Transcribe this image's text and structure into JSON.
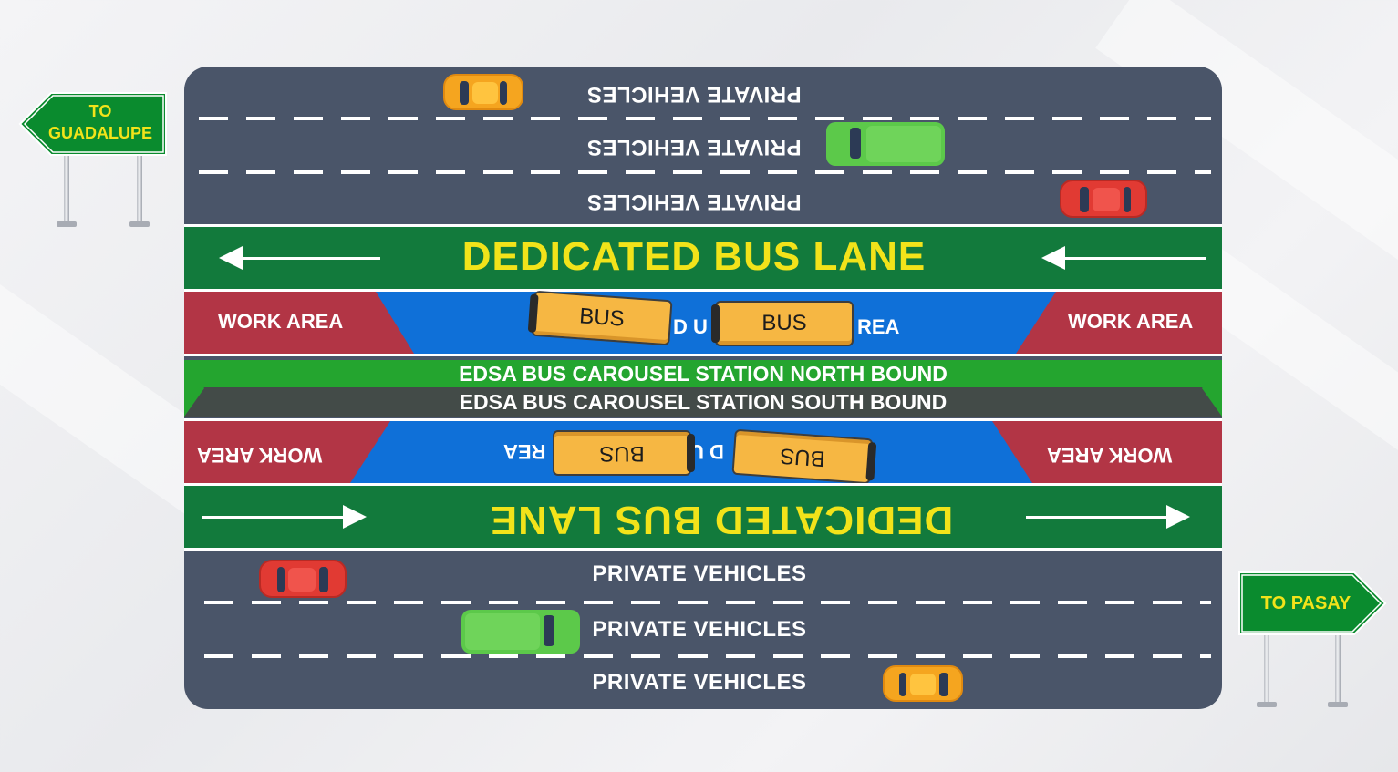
{
  "signs": {
    "left": {
      "line1": "TO",
      "line2": "GUADALUPE"
    },
    "right": {
      "label": "TO PASAY"
    }
  },
  "northbound": {
    "private_lanes": [
      "PRIVATE VEHICLES",
      "PRIVATE VEHICLES",
      "PRIVATE VEHICLES"
    ],
    "bus_lane_label": "DEDICATED BUS LANE",
    "work_area_left": "WORK AREA",
    "work_area_right": "WORK AREA",
    "lane_text_fragment_1": "D U",
    "lane_text_fragment_2": "REA",
    "buses": [
      "BUS",
      "BUS"
    ]
  },
  "stations": {
    "north": "EDSA BUS CAROUSEL STATION NORTH BOUND",
    "south": "EDSA BUS CAROUSEL STATION SOUTH BOUND"
  },
  "southbound": {
    "private_lanes": [
      "PRIVATE VEHICLES",
      "PRIVATE VEHICLES",
      "PRIVATE VEHICLES"
    ],
    "bus_lane_label": "DEDICATED BUS LANE",
    "work_area_left": "WORK AREA",
    "work_area_right": "WORK AREA",
    "lane_text_fragment_1": "D U",
    "lane_text_fragment_2": "REA",
    "buses": [
      "BUS",
      "BUS"
    ]
  },
  "colors": {
    "road": "#4a5569",
    "bus_lane": "#127a3c",
    "bus_lane_text": "#f2e31a",
    "work_area": "#b23545",
    "dedicated_lane": "#0f70d8",
    "station_north": "#24a52f",
    "station_south": "#434b48",
    "sign": "#0a8b2e"
  },
  "vehicles": {
    "cars": [
      "yellow-car",
      "green-van",
      "red-car",
      "red-car",
      "green-van",
      "yellow-car"
    ]
  }
}
